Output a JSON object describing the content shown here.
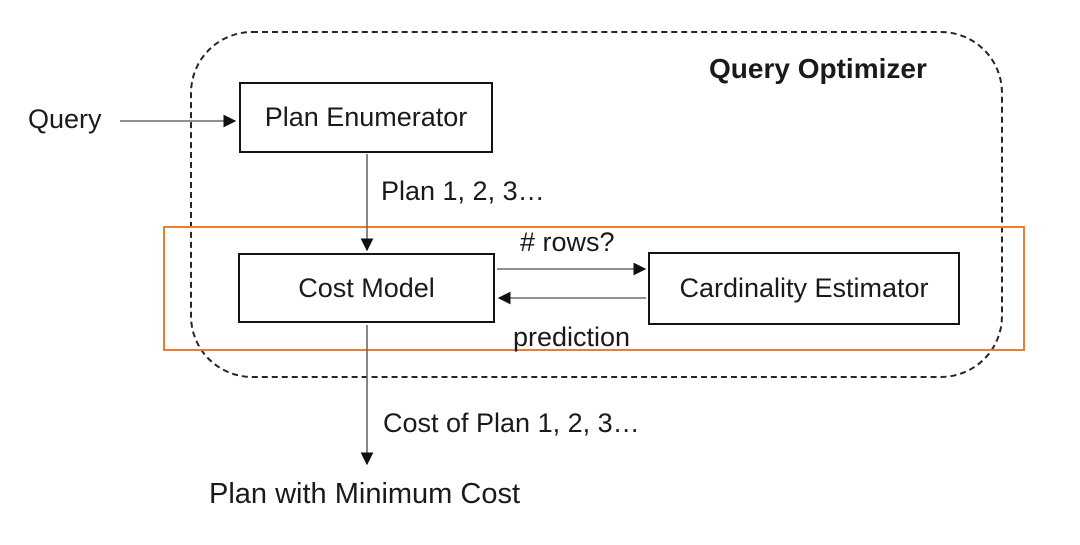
{
  "diagram": {
    "title": "Query Optimizer",
    "input_label": "Query",
    "nodes": {
      "plan_enumerator": "Plan Enumerator",
      "cost_model": "Cost Model",
      "cardinality_estimator": "Cardinality Estimator"
    },
    "edge_labels": {
      "plans": "Plan 1, 2, 3…",
      "rows_question": "# rows?",
      "prediction": "prediction",
      "cost_of_plans": "Cost of Plan 1, 2, 3…"
    },
    "output_label": "Plan with Minimum Cost",
    "colors": {
      "highlight_border": "#ED7D31",
      "dashed_border": "#262626",
      "box_border": "#141414",
      "connector_line": "#6b6b6b",
      "arrowhead": "#111111",
      "text_color": "#1a1a1a"
    }
  }
}
